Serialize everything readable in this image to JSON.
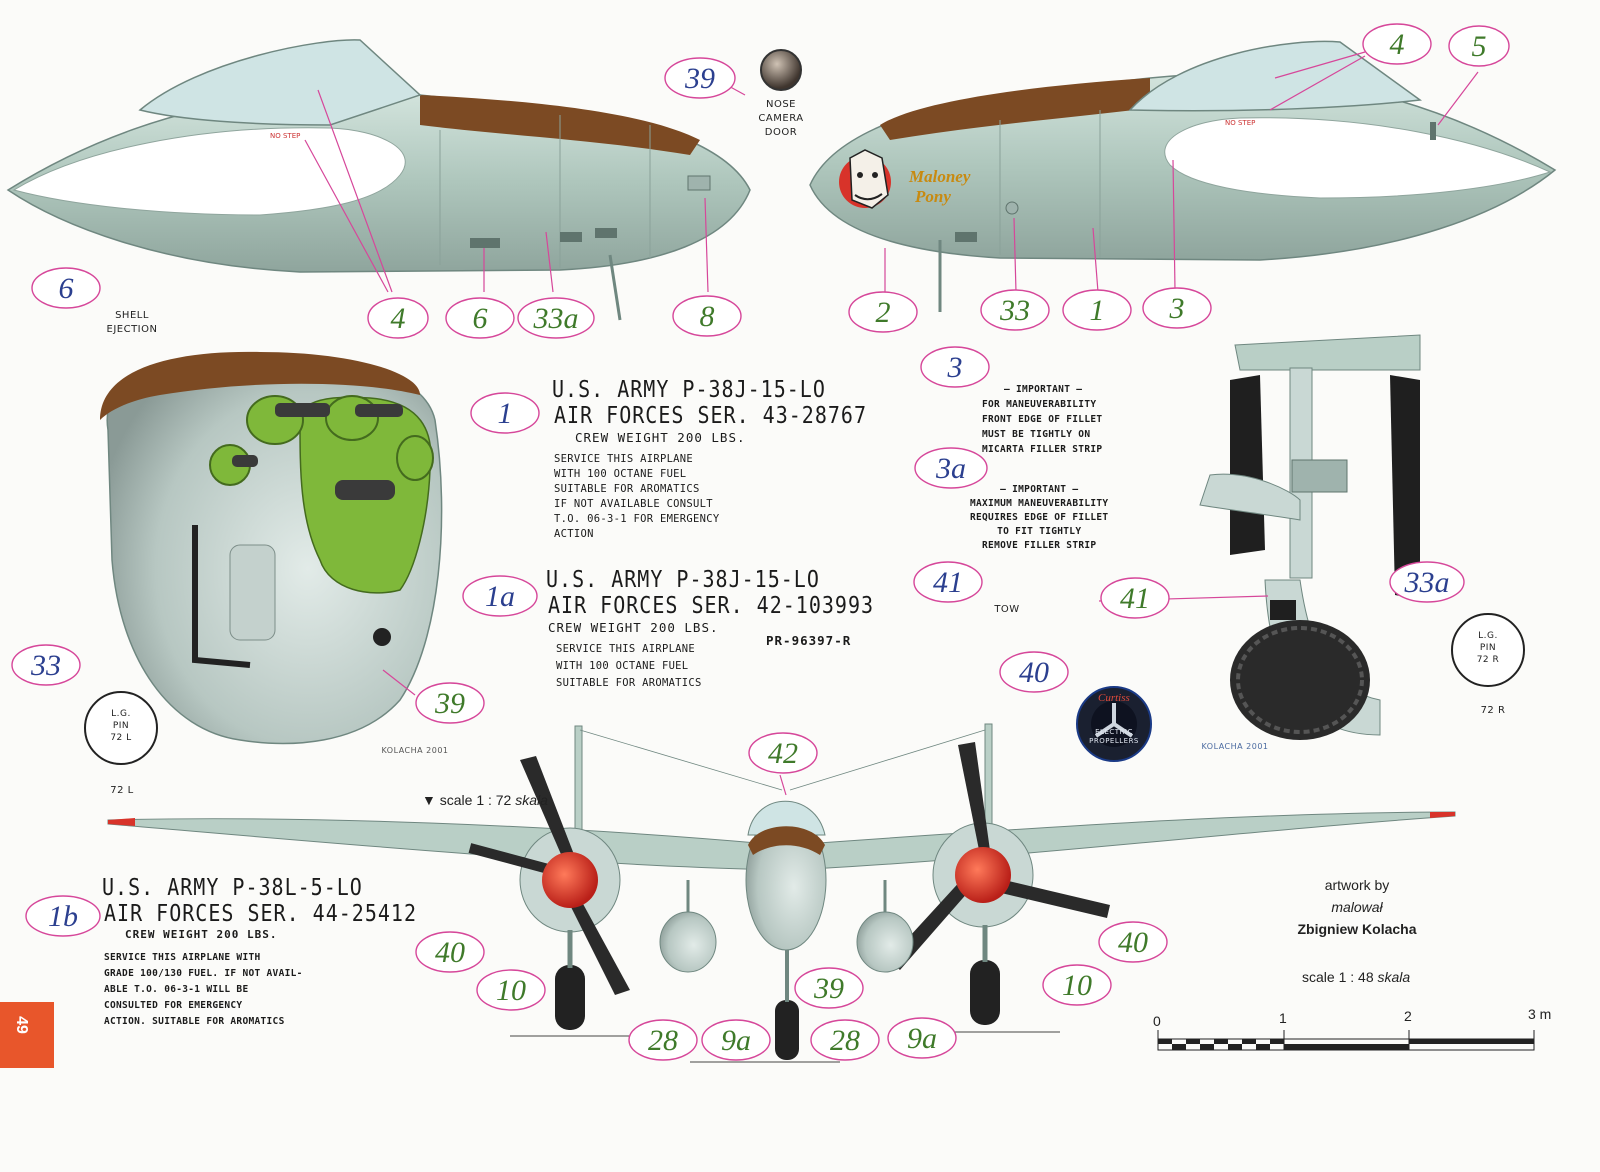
{
  "callouts": [
    {
      "id": "c39t",
      "text": "39",
      "color": "#2b3f8f"
    },
    {
      "id": "c4l",
      "text": "4",
      "color": "#3f7a2a"
    },
    {
      "id": "c6l",
      "text": "6",
      "color": "#3f7a2a"
    },
    {
      "id": "c33al",
      "text": "33a",
      "color": "#3f7a2a"
    },
    {
      "id": "c8",
      "text": "8",
      "color": "#3f7a2a"
    },
    {
      "id": "c6s",
      "text": "6",
      "color": "#2b3f8f"
    },
    {
      "id": "c4r",
      "text": "4",
      "color": "#3f7a2a"
    },
    {
      "id": "c5",
      "text": "5",
      "color": "#3f7a2a"
    },
    {
      "id": "c2",
      "text": "2",
      "color": "#3f7a2a"
    },
    {
      "id": "c33r",
      "text": "33",
      "color": "#3f7a2a"
    },
    {
      "id": "c1r",
      "text": "1",
      "color": "#3f7a2a"
    },
    {
      "id": "c3r",
      "text": "3",
      "color": "#3f7a2a"
    },
    {
      "id": "c1",
      "text": "1",
      "color": "#2b3f8f"
    },
    {
      "id": "c1a",
      "text": "1a",
      "color": "#2b3f8f"
    },
    {
      "id": "c3",
      "text": "3",
      "color": "#2b3f8f"
    },
    {
      "id": "c3a",
      "text": "3a",
      "color": "#2b3f8f"
    },
    {
      "id": "c41",
      "text": "41",
      "color": "#2b3f8f"
    },
    {
      "id": "c41g",
      "text": "41",
      "color": "#3f7a2a"
    },
    {
      "id": "c33ab",
      "text": "33a",
      "color": "#2b3f8f"
    },
    {
      "id": "c40",
      "text": "40",
      "color": "#2b3f8f"
    },
    {
      "id": "c33",
      "text": "33",
      "color": "#2b3f8f"
    },
    {
      "id": "c39n",
      "text": "39",
      "color": "#3f7a2a"
    },
    {
      "id": "c42",
      "text": "42",
      "color": "#3f7a2a"
    },
    {
      "id": "c1b",
      "text": "1b",
      "color": "#2b3f8f"
    },
    {
      "id": "c40l",
      "text": "40",
      "color": "#3f7a2a"
    },
    {
      "id": "c10l",
      "text": "10",
      "color": "#3f7a2a"
    },
    {
      "id": "c28l",
      "text": "28",
      "color": "#3f7a2a"
    },
    {
      "id": "c9al",
      "text": "9a",
      "color": "#3f7a2a"
    },
    {
      "id": "c39f",
      "text": "39",
      "color": "#3f7a2a"
    },
    {
      "id": "c28r",
      "text": "28",
      "color": "#3f7a2a"
    },
    {
      "id": "c9ar",
      "text": "9a",
      "color": "#3f7a2a"
    },
    {
      "id": "c10r",
      "text": "10",
      "color": "#3f7a2a"
    },
    {
      "id": "c40r",
      "text": "40",
      "color": "#3f7a2a"
    }
  ],
  "labels": {
    "nose_camera_door": [
      "NOSE",
      "CAMERA",
      "DOOR"
    ],
    "shell_ejection": [
      "SHELL",
      "EJECTION"
    ],
    "tow": "TOW",
    "lg_pin_left": [
      "L.G.",
      "PIN",
      "72 L"
    ],
    "lg_pin_left_caption": "72 L",
    "lg_pin_right": [
      "L.G.",
      "PIN",
      "72 R"
    ],
    "lg_pin_right_caption": "72 R",
    "no_step": "NO STEP",
    "pony_name": [
      "Maloney",
      "Pony"
    ],
    "curtiss_badge": [
      "Curtiss",
      "ELECTRIC",
      "PROPELLERS"
    ],
    "signature": "KOLACHA 2001"
  },
  "stencil1": {
    "line1": "U.S. ARMY P-38J-15-LO",
    "line2": "AIR FORCES SER. 43-28767",
    "crew": "CREW WEIGHT 200 LBS.",
    "service": [
      "SERVICE THIS AIRPLANE",
      "WITH 100 OCTANE FUEL",
      "SUITABLE FOR AROMATICS",
      "IF NOT AVAILABLE CONSULT",
      "T.O. 06-3-1 FOR EMERGENCY",
      "ACTION"
    ]
  },
  "stencil1a": {
    "line1": "U.S. ARMY P-38J-15-LO",
    "line2": "AIR FORCES SER. 42-103993",
    "crew": "CREW WEIGHT 200 LBS.",
    "service": [
      "SERVICE THIS AIRPLANE",
      "WITH 100 OCTANE FUEL",
      "SUITABLE FOR AROMATICS"
    ],
    "code": "PR-96397-R"
  },
  "stencil1b": {
    "line1": "U.S. ARMY P-38L-5-LO",
    "line2": "AIR FORCES SER. 44-25412",
    "crew": "CREW WEIGHT 200 LBS.",
    "service": [
      "SERVICE THIS AIRPLANE WITH",
      "GRADE 100/130 FUEL. IF NOT AVAIL-",
      "ABLE T.O. 06-3-1 WILL BE",
      "CONSULTED FOR EMERGENCY",
      "ACTION. SUITABLE FOR AROMATICS"
    ]
  },
  "stencil3": [
    "— IMPORTANT —",
    "FOR MANEUVERABILITY",
    "FRONT EDGE OF FILLET",
    "MUST BE TIGHTLY ON",
    "MICARTA FILLER STRIP"
  ],
  "stencil3a": [
    "— IMPORTANT —",
    "MAXIMUM MANEUVERABILITY",
    "REQUIRES EDGE OF FILLET",
    "TO FIT TIGHTLY",
    "REMOVE FILLER STRIP"
  ],
  "scale72": {
    "prefix": "▼ scale 1 : 72 ",
    "italic": "skala"
  },
  "scale48": {
    "prefix": "scale 1 : 48 ",
    "italic": "skala"
  },
  "credit": {
    "line1": "artwork by",
    "line2": "malował",
    "line3": "Zbigniew Kolacha"
  },
  "ruler": {
    "ticks": [
      "0",
      "1",
      "2",
      "3 m"
    ]
  },
  "page_number": "49",
  "colors": {
    "callout_ring": "#d6479a",
    "callout_blue": "#2b3f8f",
    "callout_green": "#3f7a2a",
    "aluminum": "#b9cfc6",
    "olive_panel": "#7c4a23",
    "nose_green": "#7fb83a",
    "spinner_red": "#d8332a",
    "page_tab": "#e8562b"
  }
}
